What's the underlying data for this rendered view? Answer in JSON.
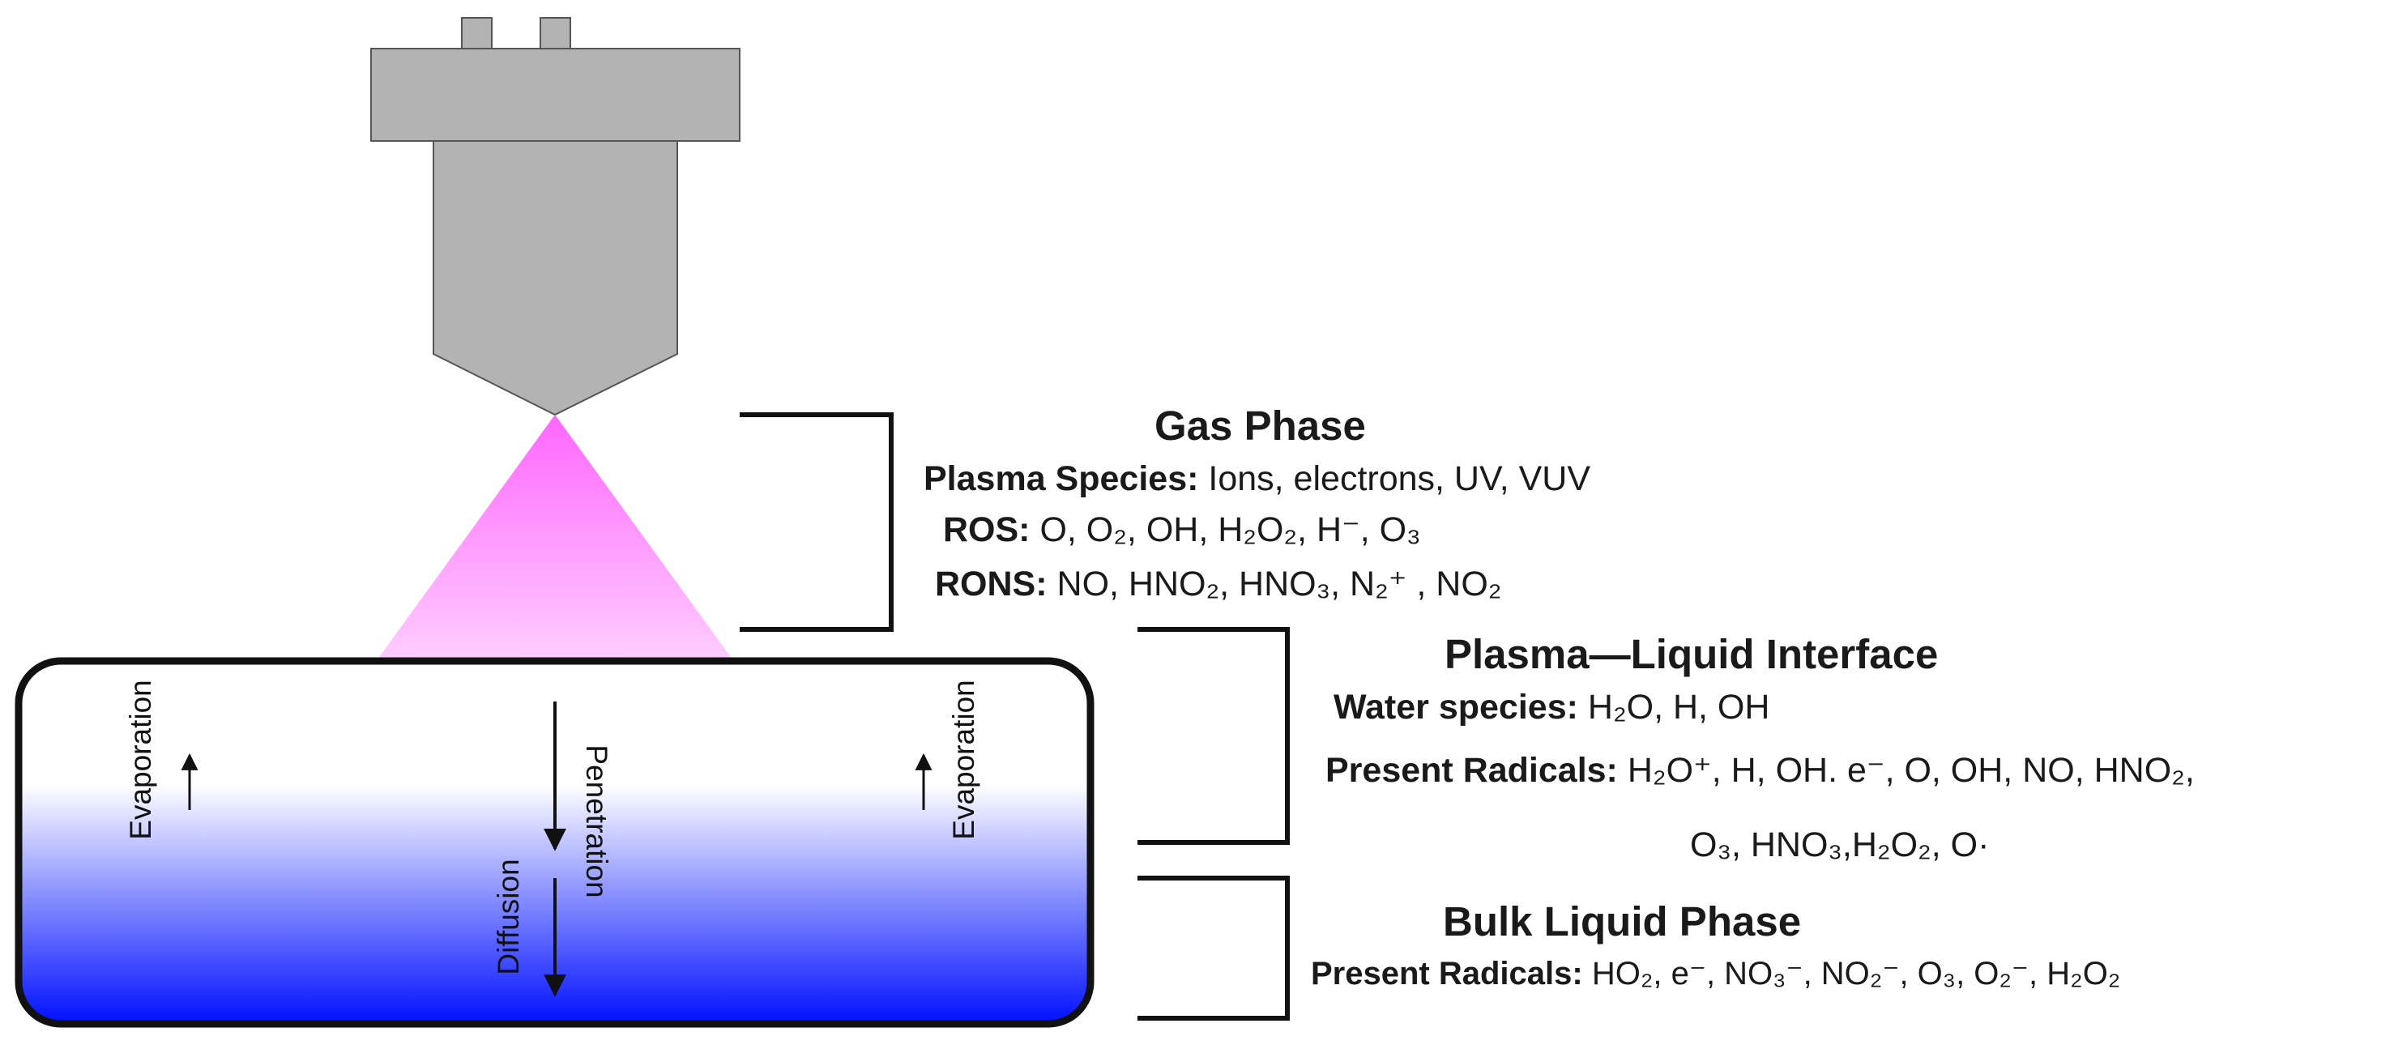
{
  "colors": {
    "nozzle_fill": "#b3b3b3",
    "nozzle_stroke": "#555555",
    "plasma": "#ff66ff",
    "liquid_top": "#ffffff",
    "liquid_bottom": "#0010ff",
    "outline": "#111111"
  },
  "labels": {
    "evaporation_left": "Evaporation",
    "evaporation_right": "Evaporation",
    "penetration": "Penetration",
    "diffusion": "Diffusion"
  },
  "gas_phase": {
    "title": "Gas Phase",
    "plasma_species": {
      "label": "Plasma Species:",
      "value": "Ions, electrons, UV, VUV"
    },
    "ros": {
      "label": "ROS:",
      "value": "O, O₂, OH, H₂O₂, H⁻, O₃"
    },
    "rons": {
      "label": "RONS:",
      "value": "NO, HNO₂, HNO₃, N₂⁺ , NO₂"
    }
  },
  "interface": {
    "title": "Plasma—Liquid Interface",
    "water_species": {
      "label": "Water species:",
      "value": "H₂O, H, OH"
    },
    "present_radicals": {
      "label": "Present Radicals:",
      "value": "H₂O⁺, H, OH. e⁻, O, OH, NO, HNO₂,",
      "value_cont": "O₃, HNO₃,H₂O₂, O·"
    }
  },
  "bulk": {
    "title": "Bulk Liquid Phase",
    "present_radicals": {
      "label": "Present Radicals:",
      "value": "HO₂, e⁻, NO₃⁻, NO₂⁻, O₃, O₂⁻, H₂O₂"
    }
  }
}
